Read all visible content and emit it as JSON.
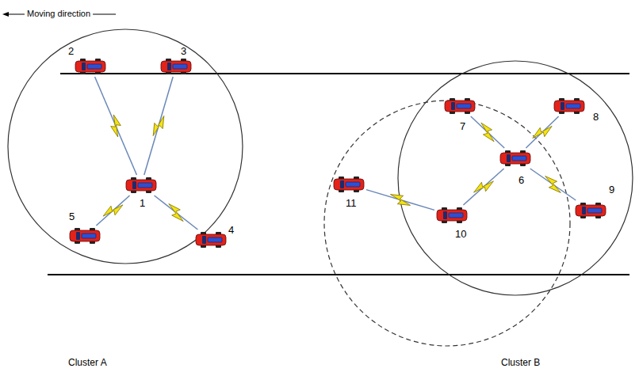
{
  "diagram": {
    "nodes": [
      {
        "text": [
          "1"
        ]
      },
      {
        "text": [
          "2"
        ]
      },
      {
        "text": [
          "3"
        ]
      },
      {
        "text": [
          "4"
        ]
      },
      {
        "text": [
          "5"
        ]
      },
      {
        "text": [
          "6"
        ]
      },
      {
        "text": [
          "7"
        ]
      },
      {
        "text": [
          "8"
        ]
      },
      {
        "text": [
          "9"
        ]
      },
      {
        "text": [
          "10"
        ]
      },
      {
        "text": [
          "11"
        ]
      }
    ],
    "edges": [
      {
        "from": 0,
        "to": 1,
        "arrow": "none"
      },
      {
        "from": 0,
        "to": 2,
        "arrow": "none"
      },
      {
        "from": 0,
        "to": 3,
        "arrow": "none"
      },
      {
        "from": 0,
        "to": 4,
        "arrow": "none"
      },
      {
        "from": 5,
        "to": 6,
        "arrow": "none"
      },
      {
        "from": 5,
        "to": 7,
        "arrow": "none"
      },
      {
        "from": 5,
        "to": 8,
        "arrow": "none"
      },
      {
        "from": 5,
        "to": 9,
        "arrow": "none"
      },
      {
        "from": 9,
        "to": 10,
        "arrow": "none"
      }
    ],
    "labels": [
      "Moving direction",
      "Cluster A",
      "Cluster B"
    ]
  }
}
